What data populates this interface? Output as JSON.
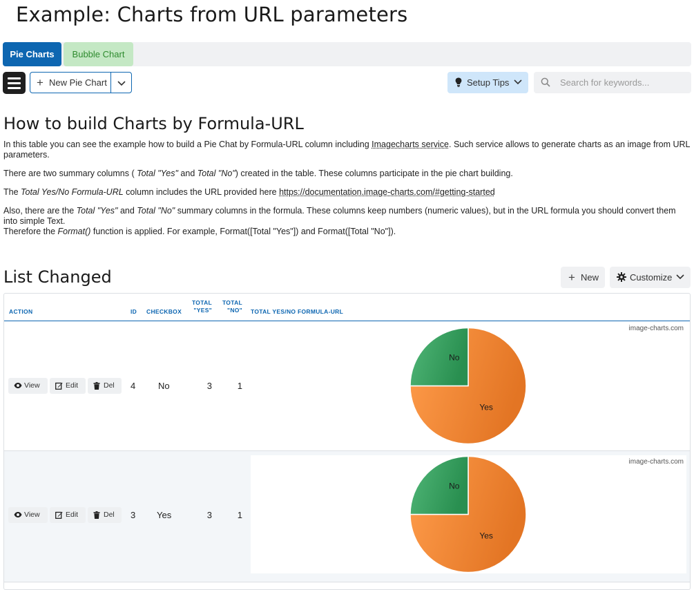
{
  "page": {
    "title": "Example: Charts from URL parameters"
  },
  "tabs": [
    {
      "label": "Pie Charts",
      "active": true
    },
    {
      "label": "Bubble Chart",
      "active": false
    }
  ],
  "toolbar": {
    "new_label": "New Pie Chart",
    "setup_label": "Setup Tips",
    "search_placeholder": "Search for keywords..."
  },
  "description": {
    "heading": "How to build Charts by Formula-URL",
    "p1_a": "In this table you can see the example how to build a Pie Chat by Formula-URL column including ",
    "p1_link": "Imagecharts service",
    "p1_b": ". Such service allows to generate charts as an image from URL parameters.",
    "p2_a": "There are two summary columns ( ",
    "p2_total_yes": "Total \"Yes\"",
    "p2_and": " and ",
    "p2_total_no": "Total \"No\"",
    "p2_b": ") created in the table. These columns participate in the pie chart building.",
    "p3_a": "The ",
    "p3_col": "Total Yes/No Formula-URL",
    "p3_b": " column includes the URL provided here ",
    "p3_link": "https://documentation.image-charts.com/#getting-started",
    "p4_a": "Also, there are the ",
    "p4_total_yes": "Total \"Yes\"",
    "p4_and": " and ",
    "p4_total_no": "Total \"No\"",
    "p4_b": " summary columns in the formula. These columns keep numbers (numeric values), but in the URL formula you should convert them into simple Text.",
    "p5_a": "Therefore the ",
    "p5_fn": "Format()",
    "p5_b": " function is applied. For example, Format([Total \"Yes\"]) and Format([Total \"No\"])."
  },
  "list": {
    "heading": "List Changed",
    "new_label": "New",
    "customize_label": "Customize",
    "columns": {
      "action": "ACTION",
      "id": "ID",
      "checkbox": "CHECKBOX",
      "total_yes_1": "TOTAL",
      "total_yes_2": "\"YES\"",
      "total_no_1": "TOTAL",
      "total_no_2": "\"NO\"",
      "formula": "TOTAL YES/NO FORMULA-URL"
    },
    "action_labels": {
      "view": "View",
      "edit": "Edit",
      "del": "Del"
    },
    "rows": [
      {
        "id": "4",
        "checkbox": "No",
        "total_yes": "3",
        "total_no": "1"
      },
      {
        "id": "3",
        "checkbox": "Yes",
        "total_yes": "3",
        "total_no": "1"
      }
    ]
  },
  "chart_data": [
    {
      "type": "pie",
      "watermark": "image-charts.com",
      "slices": [
        {
          "label": "Yes",
          "value": 3,
          "color": "#f98b3a"
        },
        {
          "label": "No",
          "value": 1,
          "color": "#3fa566"
        }
      ]
    },
    {
      "type": "pie",
      "watermark": "image-charts.com",
      "slices": [
        {
          "label": "Yes",
          "value": 3,
          "color": "#f98b3a"
        },
        {
          "label": "No",
          "value": 1,
          "color": "#3fa566"
        }
      ]
    }
  ],
  "colors": {
    "primary": "#0d66b1",
    "tab_secondary_bg": "#c4e8c4",
    "tab_secondary_text": "#2e8b2e",
    "setup_bg": "#cfe6fa"
  }
}
